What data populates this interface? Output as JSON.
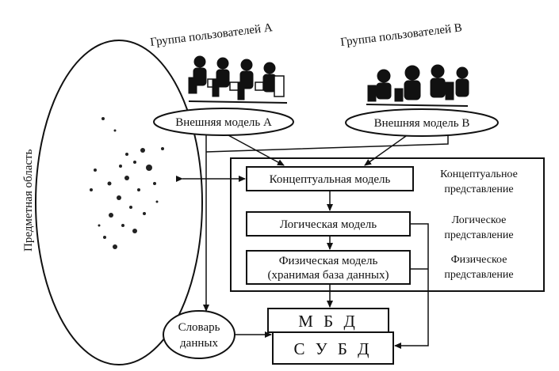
{
  "diagram": {
    "group_a": "Группа пользователей А",
    "group_b": "Группа пользователей В",
    "domain": "Предметная область",
    "ext_a": "Внешняя модель А",
    "ext_b": "Внешняя модель В",
    "conceptual_model": "Концептуальная модель",
    "logical_model": "Логическая модель",
    "physical_model_line1": "Физическая модель",
    "physical_model_line2": "(хранимая база данных)",
    "conceptual_view_line1": "Концептуальное",
    "conceptual_view_line2": "представление",
    "logical_view_line1": "Логическое",
    "logical_view_line2": "представление",
    "physical_view_line1": "Физическое",
    "physical_view_line2": "представление",
    "dictionary_line1": "Словарь",
    "dictionary_line2": "данных",
    "mbd": "М Б Д",
    "subd": "С У Б Д"
  },
  "colors": {
    "ink": "#111111",
    "background": "#ffffff"
  }
}
